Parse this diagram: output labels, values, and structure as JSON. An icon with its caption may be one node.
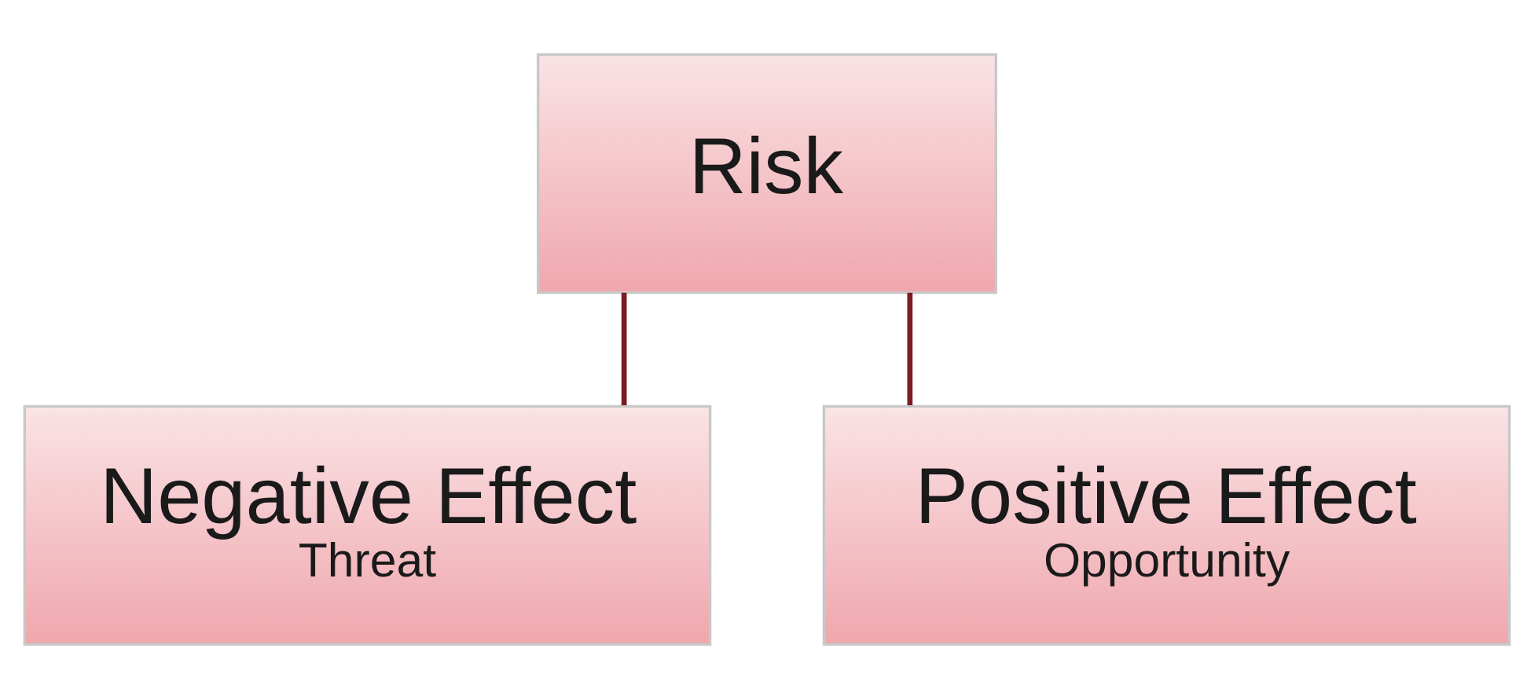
{
  "diagram": {
    "nodes": [
      {
        "text": [
          "Risk"
        ]
      },
      {
        "text": [
          "Negative Effect",
          "Threat"
        ]
      },
      {
        "text": [
          "Positive Effect",
          "Opportunity"
        ]
      }
    ],
    "edges": [
      {
        "from": 0,
        "to": 1,
        "arrow": "none"
      },
      {
        "from": 0,
        "to": 2,
        "arrow": "none"
      }
    ]
  }
}
